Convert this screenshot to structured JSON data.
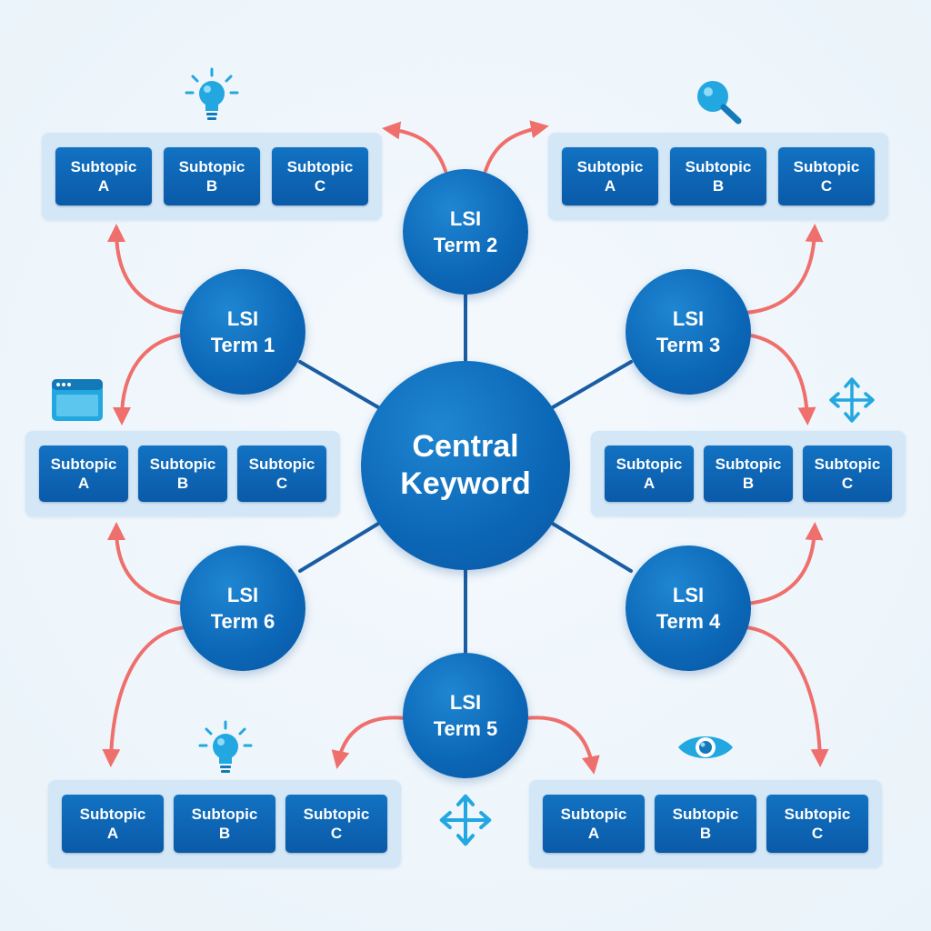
{
  "central": {
    "line1": "Central",
    "line2": "Keyword"
  },
  "lsi_terms": [
    {
      "line1": "LSI",
      "line2": "Term 1"
    },
    {
      "line1": "LSI",
      "line2": "Term 2"
    },
    {
      "line1": "LSI",
      "line2": "Term 3"
    },
    {
      "line1": "LSI",
      "line2": "Term 4"
    },
    {
      "line1": "LSI",
      "line2": "Term 5"
    },
    {
      "line1": "LSI",
      "line2": "Term 6"
    }
  ],
  "subtopics": [
    {
      "word": "Subtopic",
      "letter": "A"
    },
    {
      "word": "Subtopic",
      "letter": "B"
    },
    {
      "word": "Subtopic",
      "letter": "C"
    }
  ],
  "icons": {
    "term1": "browser-window-icon",
    "term2": "lightbulb-icon",
    "term3_top": "magnifying-glass-icon",
    "term3_side": "move-arrows-icon",
    "term5": "move-arrows-icon",
    "term6": "lightbulb-icon",
    "term4": "eye-icon"
  },
  "colors": {
    "node_blue": "#0b66b6",
    "chip_blue": "#0a5aa8",
    "panel": "#d3e7f6",
    "connector": "#1a5da3",
    "arrow": "#ef6f6c",
    "icon_cyan": "#22a7e0",
    "background": "#eef6fb"
  }
}
